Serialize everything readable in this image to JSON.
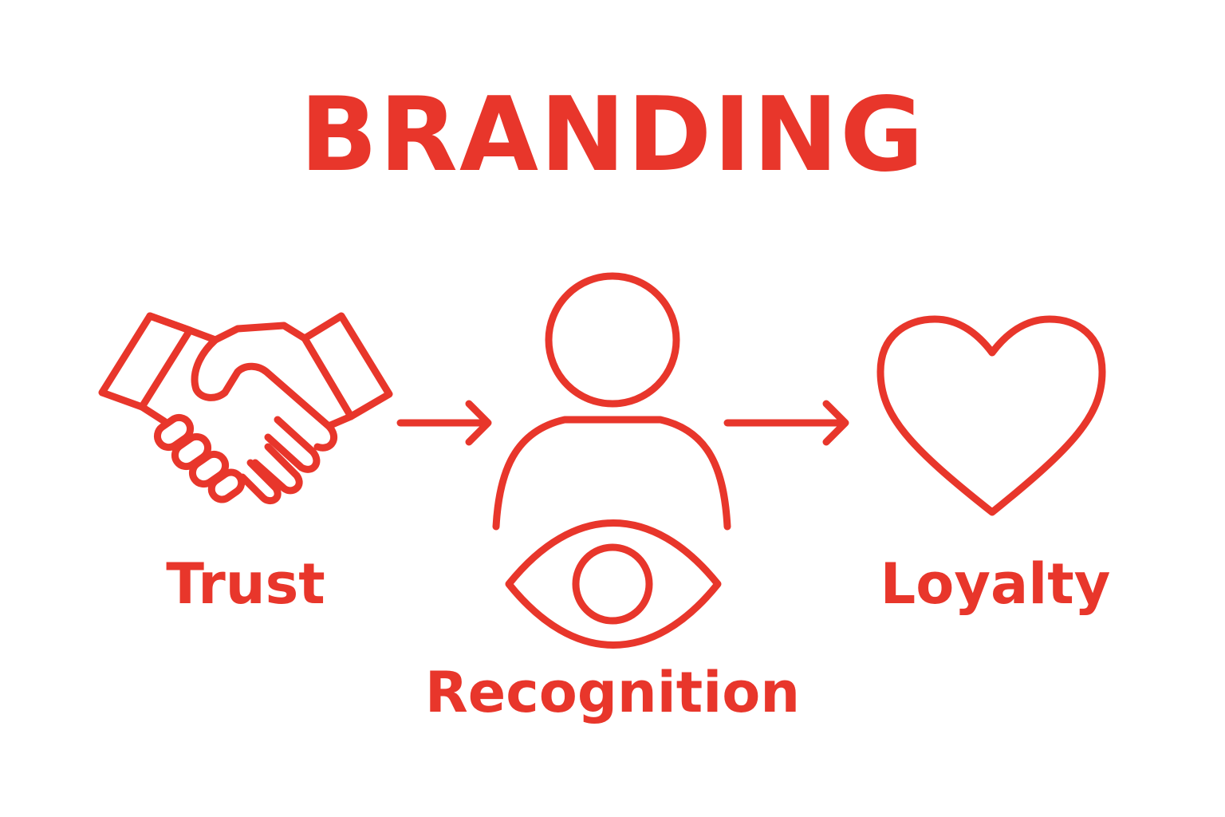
{
  "title": "BRANDING",
  "colors": {
    "accent": "#e8362b"
  },
  "steps": [
    {
      "label": "Trust",
      "icon": "handshake-icon"
    },
    {
      "label": "Recognition",
      "icon": "person-with-eye-icon"
    },
    {
      "label": "Loyalty",
      "icon": "heart-icon"
    }
  ],
  "connectors": [
    {
      "icon": "arrow-right-icon"
    },
    {
      "icon": "arrow-right-icon"
    }
  ]
}
